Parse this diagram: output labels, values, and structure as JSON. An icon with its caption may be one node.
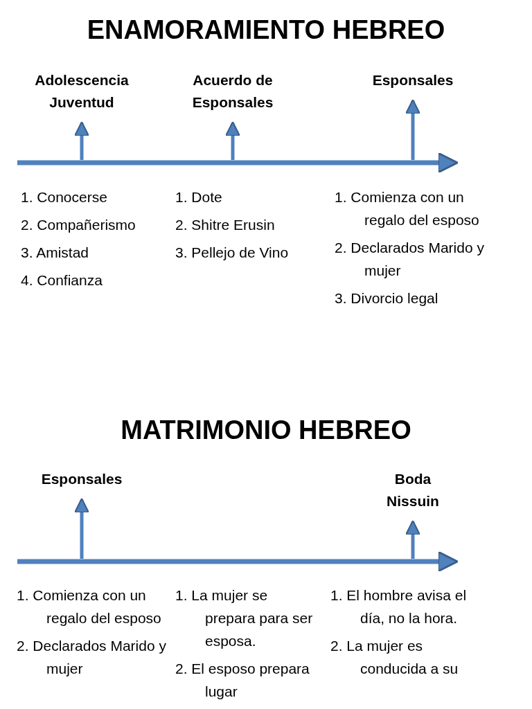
{
  "diagram": {
    "title": "ENAMORAMIENTO HEBREO",
    "nodes": [
      {
        "text": [
          "Adolescencia Juventud"
        ]
      },
      {
        "text": [
          "Acuerdo de Esponsales"
        ]
      },
      {
        "text": [
          "Esponsales"
        ]
      },
      {
        "text": [
          "Esponsales"
        ]
      },
      {
        "text": [
          "Boda Nissuin"
        ]
      }
    ],
    "edges": [
      {
        "from": null,
        "to": 0,
        "arrow": "to"
      },
      {
        "from": null,
        "to": 1,
        "arrow": "to"
      },
      {
        "from": null,
        "to": 2,
        "arrow": "to"
      },
      {
        "from": null,
        "to": 3,
        "arrow": "to"
      },
      {
        "from": null,
        "to": 4,
        "arrow": "to"
      }
    ],
    "labels": [
      "1. Conocerse",
      "2. Compañerismo",
      "3. Amistad",
      "4. Confianza",
      "1. Dote",
      "2. Shitre Erusin",
      "3. Pellejo de Vino",
      "1. Comienza con un regalo del esposo",
      "2. Declarados Marido y mujer",
      "3. Divorcio legal",
      "MATRIMONIO HEBREO",
      "1. Comienza con un regalo del esposo",
      "2. Declarados Marido y mujer",
      "1. La mujer se prepara para ser esposa.",
      "2. El esposo prepara lugar",
      "1. El hombre avisa el día, no la hora.",
      "2. La mujer es conducida a su"
    ]
  }
}
